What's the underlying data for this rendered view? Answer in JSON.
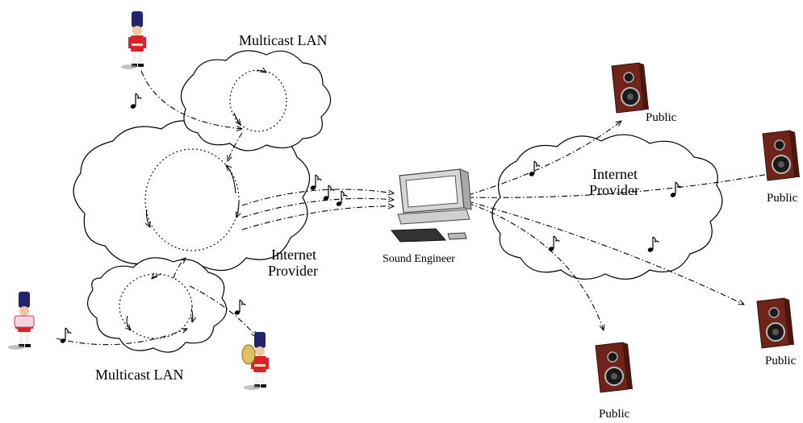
{
  "labels": {
    "multicast_lan_top": "Multicast LAN",
    "multicast_lan_bottom": "Multicast LAN",
    "internet_provider_left_line1": "Internet",
    "internet_provider_left_line2": "Provider",
    "internet_provider_right_line1": "Internet",
    "internet_provider_right_line2": "Provider",
    "sound_engineer": "Sound Engineer",
    "public_1": "Public",
    "public_2": "Public",
    "public_3": "Public",
    "public_4": "Public"
  },
  "colors": {
    "soldier_coat": "#d8232a",
    "soldier_hat": "#2a2a7a",
    "speaker_wood": "#7a2a1a",
    "line": "#000000"
  },
  "icons": [
    "toy-soldier-icon",
    "speaker-icon",
    "computer-icon",
    "music-note-icon"
  ]
}
